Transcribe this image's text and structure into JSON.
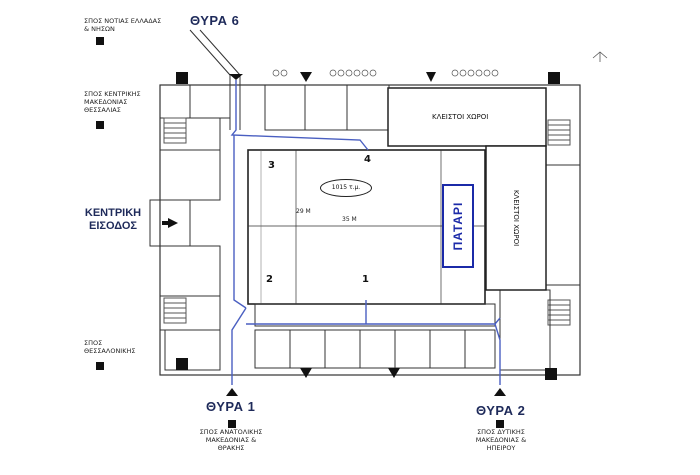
{
  "gates": {
    "gate6": "ΘΥΡΑ 6",
    "gate1": "ΘΥΡΑ 1",
    "gate2": "ΘΥΡΑ 2",
    "main_entrance": "ΚΕΝΤΡΙΚΗ ΕΙΣΟΔΟΣ"
  },
  "railway_labels": {
    "south_greece": "ΣΠΟΣ ΝΟΤΙΑΣ ΕΛΛΑΔΑΣ & ΝΗΣΩΝ",
    "central_macedonia": "ΣΠΟΣ ΚΕΝΤΡΙΚΗΣ ΜΑΚΕΔΟΝΙΑΣ ΘΕΣΣΑΛΙΑΣ",
    "thessaloniki": "ΣΠΟΣ ΘΕΣΣΑΛΟΝΙΚΗΣ",
    "east_macedonia": "ΣΠΟΣ ΑΝΑΤΟΛΙΚΗΣ ΜΑΚΕΔΟΝΙΑΣ & ΘΡΑΚΗΣ",
    "west_macedonia": "ΣΠΟΣ ΔΥΤΙΚΗΣ ΜΑΚΕΔΟΝΙΑΣ & ΗΠΕΙΡΟΥ"
  },
  "hall": {
    "area": "1015 τ.μ.",
    "width_dim": "29 Μ",
    "length_dim": "35 Μ",
    "patari": "ΠΑΤΑΡΙ",
    "closed_top": "ΚΛΕΙΣΤΟΙ ΧΩΡΟΙ",
    "closed_right": "ΚΛΕΙΣΤΟΙ ΧΩΡΟΙ",
    "zone1": "1",
    "zone2": "2",
    "zone3": "3",
    "zone4": "4"
  }
}
